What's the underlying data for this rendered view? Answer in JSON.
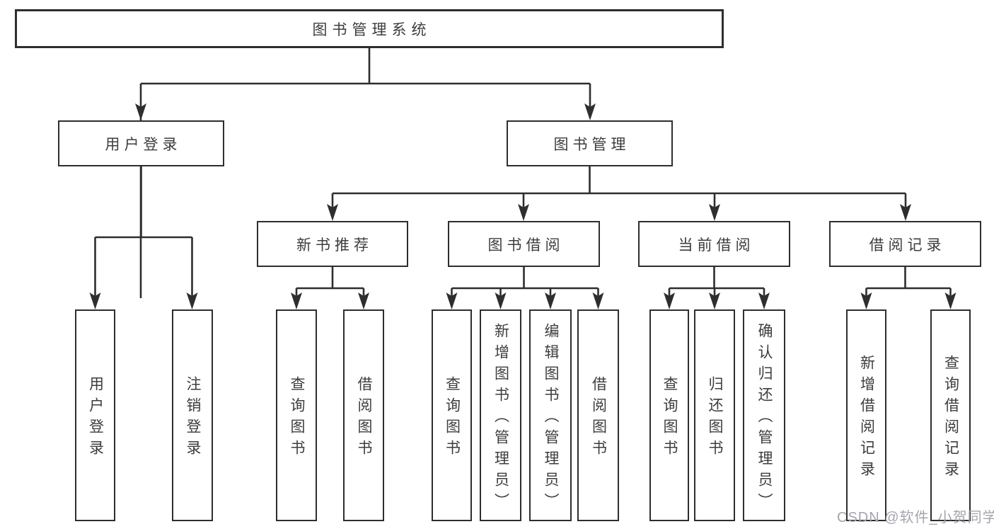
{
  "tree": {
    "label": "图书管理系统",
    "children": [
      {
        "label": "用户登录",
        "children": [
          {
            "label": "用户登录"
          },
          {
            "label": "注销登录"
          }
        ]
      },
      {
        "label": "图书管理",
        "children": [
          {
            "label": "新书推荐",
            "children": [
              {
                "label": "查询图书"
              },
              {
                "label": "借阅图书"
              }
            ]
          },
          {
            "label": "图书借阅",
            "children": [
              {
                "label": "查询图书"
              },
              {
                "label": "新增图书（管理员）"
              },
              {
                "label": "编辑图书（管理员）"
              },
              {
                "label": "借阅图书"
              }
            ]
          },
          {
            "label": "当前借阅",
            "children": [
              {
                "label": "查询图书"
              },
              {
                "label": "归还图书"
              },
              {
                "label": "确认归还（管理员）"
              }
            ]
          },
          {
            "label": "借阅记录",
            "children": [
              {
                "label": "新增借阅记录"
              },
              {
                "label": "查询借阅记录"
              }
            ]
          }
        ]
      }
    ]
  },
  "watermark": "CSDN @软件_小贺同学",
  "colors": {
    "line": "#2e2e2e",
    "text": "#3d3d3d",
    "watermark": "#a4a4ad",
    "node-bg": "#ffffff",
    "page-bg": "#ffffff"
  }
}
